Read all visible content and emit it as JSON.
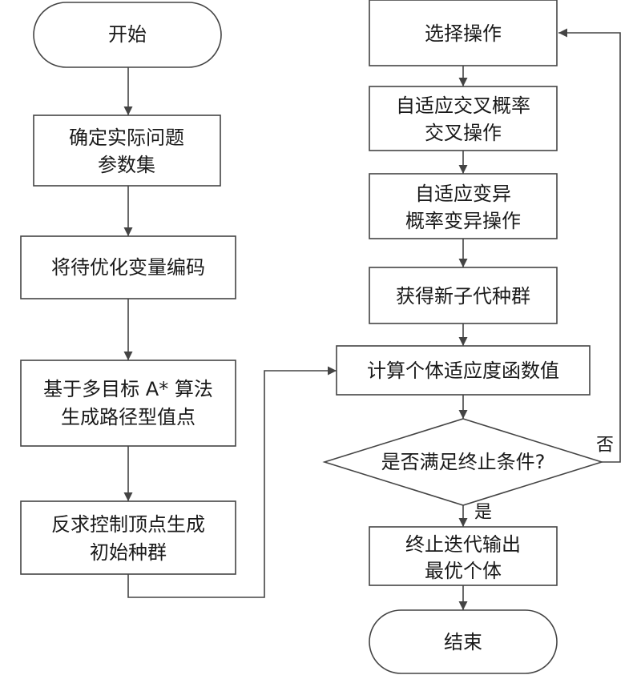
{
  "nodes": {
    "start": {
      "lines": [
        "开始"
      ]
    },
    "define_params": {
      "lines": [
        "确定实际问题",
        "参数集"
      ]
    },
    "encode": {
      "lines": [
        "将待优化变量编码"
      ]
    },
    "astar": {
      "lines": [
        "基于多目标 A* 算法",
        "生成路径型值点"
      ]
    },
    "inverse": {
      "lines": [
        "反求控制顶点生成",
        "初始种群"
      ]
    },
    "select": {
      "lines": [
        "选择操作"
      ]
    },
    "crossover": {
      "lines": [
        "自适应交叉概率",
        "交叉操作"
      ]
    },
    "mutation": {
      "lines": [
        "自适应变异",
        "概率变异操作"
      ]
    },
    "new_pop": {
      "lines": [
        "获得新子代种群"
      ]
    },
    "fitness": {
      "lines": [
        "计算个体适应度函数值"
      ]
    },
    "decision": {
      "lines": [
        "是否满足终止条件?"
      ]
    },
    "output": {
      "lines": [
        "终止迭代输出",
        "最优个体"
      ]
    },
    "end": {
      "lines": [
        "结束"
      ]
    }
  },
  "edge_labels": {
    "no": "否",
    "yes": "是"
  }
}
